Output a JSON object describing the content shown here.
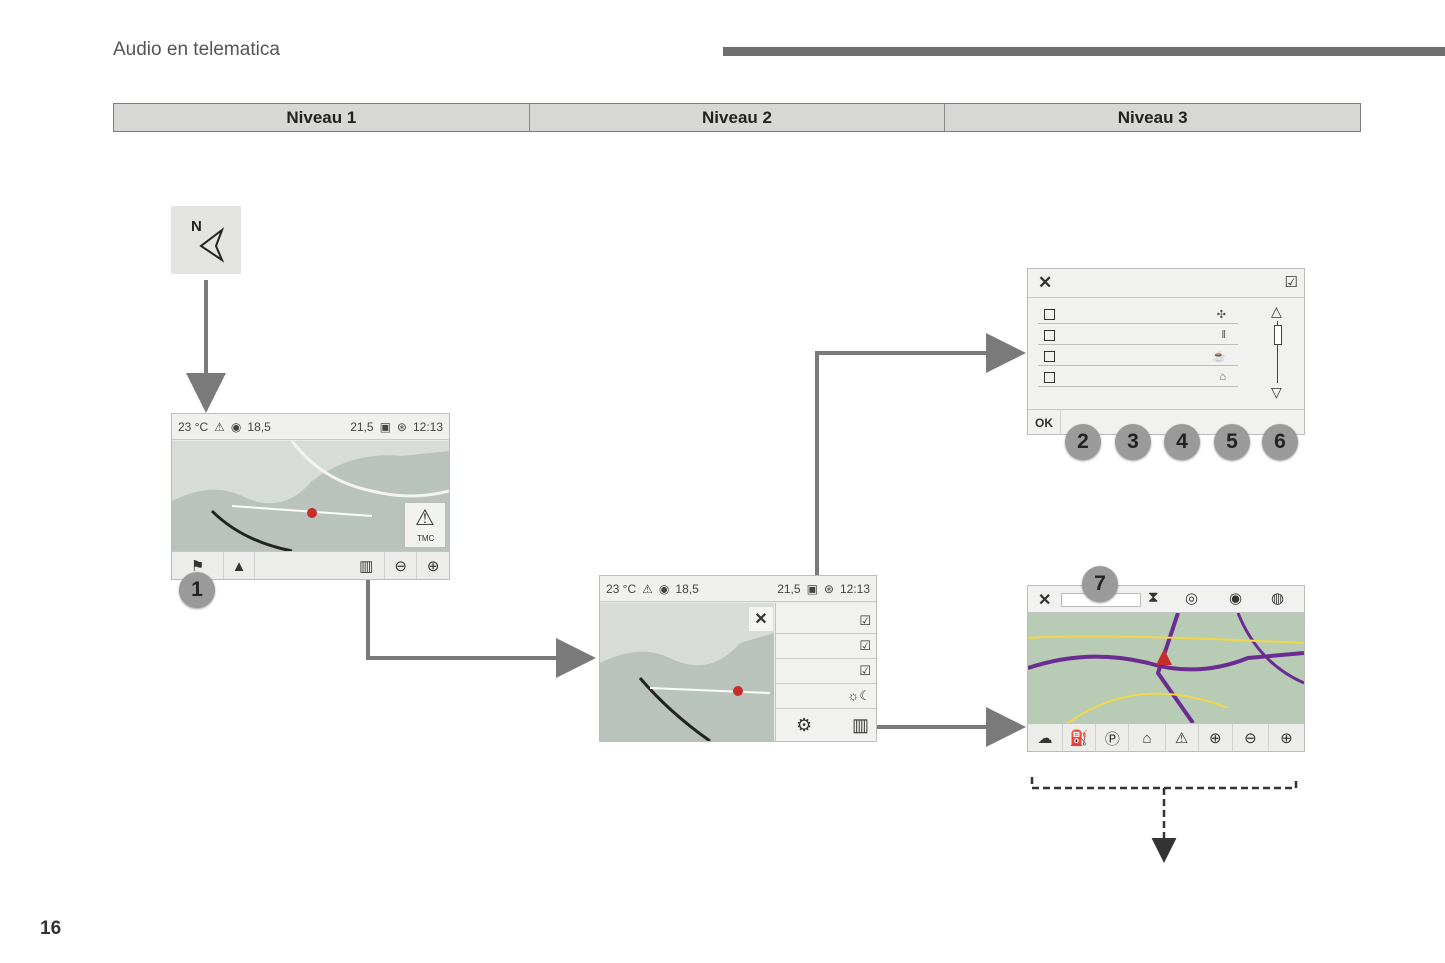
{
  "header": {
    "section_title": "Audio en telematica"
  },
  "levels": [
    "Niveau 1",
    "Niveau 2",
    "Niveau 3"
  ],
  "page_number": "16",
  "compass": {
    "letter": "N"
  },
  "status_bar": {
    "temperature": "23 °C",
    "value_left": "18,5",
    "value_right": "21,5",
    "clock": "12:13"
  },
  "tmc_label": "TMC",
  "poi_panel": {
    "ok_label": "OK",
    "rows": [
      "fuel-icon",
      "restaurant-icon",
      "cafe-icon",
      "shopping-icon"
    ]
  },
  "callouts": {
    "one": "1",
    "two": "2",
    "three": "3",
    "four": "4",
    "five": "5",
    "six": "6",
    "seven": "7"
  },
  "colors": {
    "arrow": "#7a7a7a",
    "header_bar": "#6e6e6e",
    "table_header": "#d7d7d5",
    "route": "#6a2c91",
    "badge": "#9a9a9a"
  }
}
